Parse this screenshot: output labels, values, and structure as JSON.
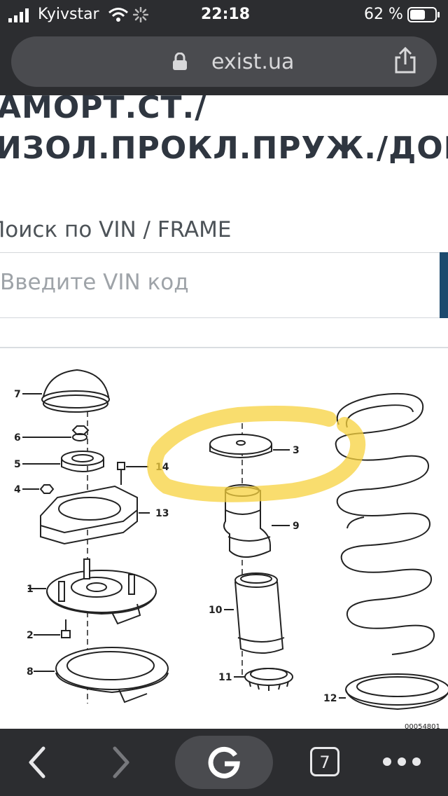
{
  "status_bar": {
    "carrier": "Kyivstar",
    "time": "22:18",
    "battery_percent": "62 %",
    "battery_level": 0.62
  },
  "browser": {
    "url": "exist.ua",
    "tab_count": "7"
  },
  "page": {
    "title_line1": "АМОРТ.СТ./",
    "title_line2": "ИЗОЛ.ПРОКЛ.ПРУЖ./ДОП.ЭЛ",
    "vin_search_label": "Поиск по VIN / FRAME",
    "vin_input_placeholder": "Введите VIN код"
  },
  "diagram": {
    "callouts": [
      "7",
      "6",
      "5",
      "4",
      "14",
      "13",
      "1",
      "2",
      "8",
      "3",
      "9",
      "10",
      "11",
      "12"
    ],
    "image_code": "00054801"
  },
  "colors": {
    "chrome_bg": "#2c2d30",
    "highlight": "#f7d23e",
    "accent_button": "#1c4a6e",
    "title_text": "#2f3640"
  }
}
